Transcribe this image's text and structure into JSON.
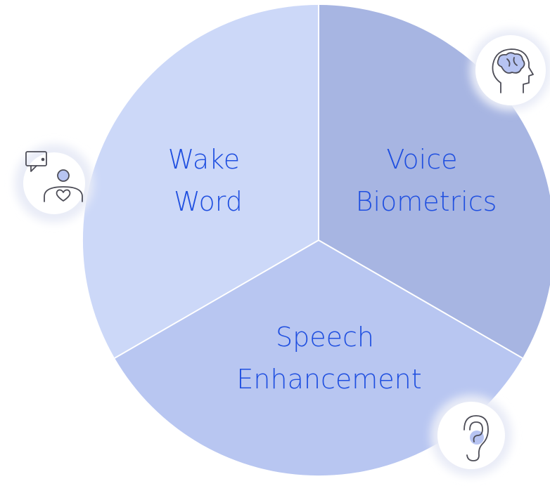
{
  "colors": {
    "background": "#ffffff",
    "segment_top_left": "#ccd8f8",
    "segment_top_right": "#a7b5e2",
    "segment_bottom": "#b8c6f1",
    "divider": "#ffffff",
    "label_text": "#1f4fe0",
    "badge_fill": "#ffffff",
    "badge_halo": "#e9ecf7",
    "icon_stroke": "#4d4d57",
    "icon_accent": "#b7c4f2"
  },
  "segments": [
    {
      "id": "wake-word",
      "lines": [
        "Wake",
        "Word"
      ],
      "icon": "person-heart-chat-icon"
    },
    {
      "id": "voice-biometrics",
      "lines": [
        "Voice",
        "Biometrics"
      ],
      "icon": "brain-head-icon"
    },
    {
      "id": "speech-enhancement",
      "lines": [
        "Speech",
        "Enhancement"
      ],
      "icon": "ear-icon"
    }
  ]
}
